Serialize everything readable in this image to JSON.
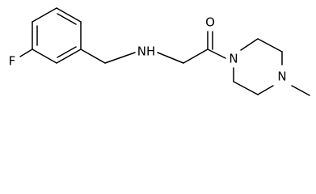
{
  "atoms": {
    "fluorine": "F",
    "amine": "NH",
    "oxygen": "O",
    "piperazine_n1": "N",
    "piperazine_n4": "N"
  },
  "colors": {
    "bond": "#000000",
    "label": "#000000",
    "background": "#ffffff"
  }
}
